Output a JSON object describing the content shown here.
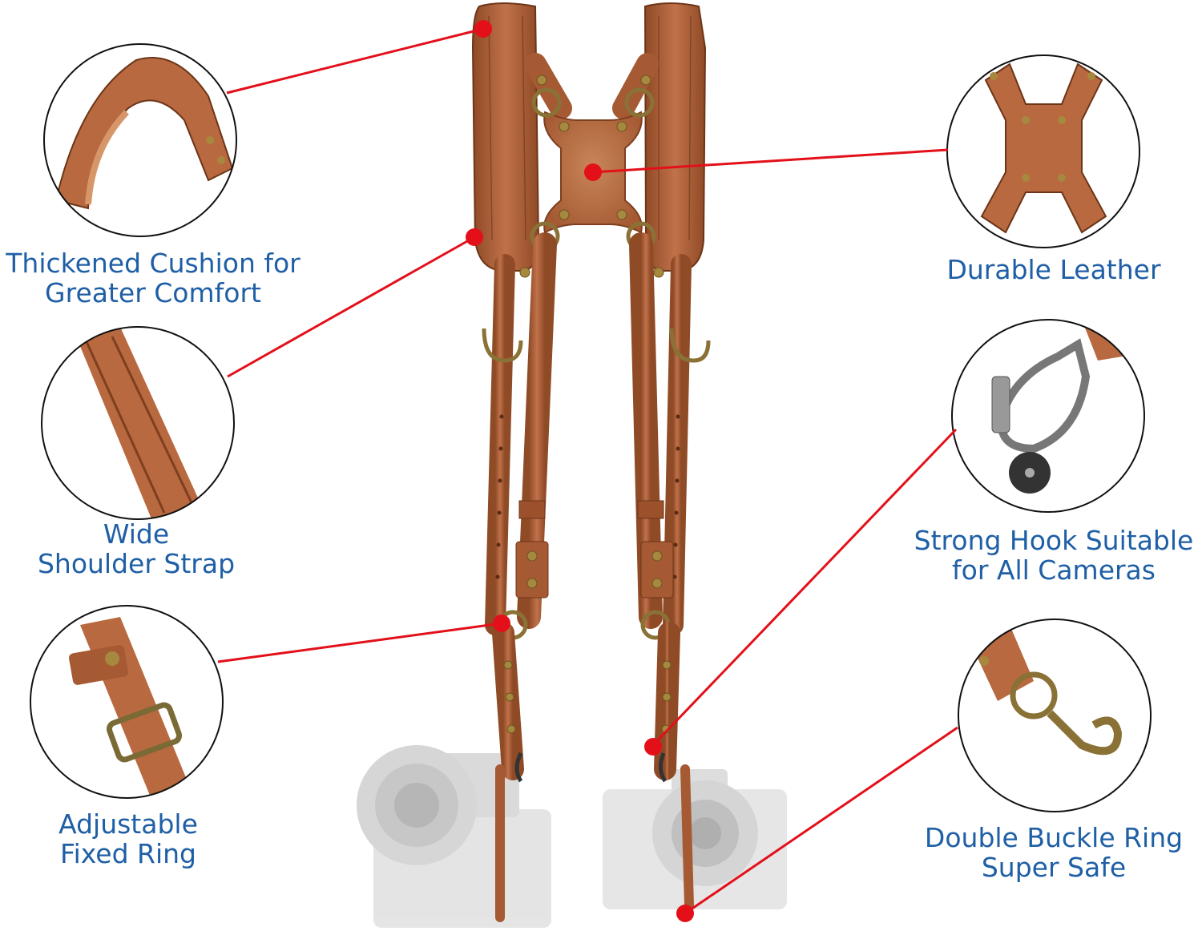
{
  "features": [
    {
      "id": "cushion",
      "lines": [
        "Thickened Cushion for",
        "Greater Comfort"
      ],
      "icon": "padded-strap-closeup-icon"
    },
    {
      "id": "wide-strap",
      "lines": [
        "Wide",
        "Shoulder Strap"
      ],
      "icon": "strap-edge-closeup-icon"
    },
    {
      "id": "ring",
      "lines": [
        "Adjustable",
        "Fixed Ring"
      ],
      "icon": "buckle-closeup-icon"
    },
    {
      "id": "leather",
      "lines": [
        "Durable Leather"
      ],
      "icon": "back-patch-closeup-icon"
    },
    {
      "id": "hook",
      "lines": [
        "Strong Hook Suitable",
        "for All Cameras"
      ],
      "icon": "camera-hook-closeup-icon"
    },
    {
      "id": "buckle",
      "lines": [
        "Double Buckle Ring",
        "Super Safe"
      ],
      "icon": "snap-hook-closeup-icon"
    }
  ],
  "colors": {
    "label_text": "#1f5fa6",
    "callout_line": "#e3101a",
    "leather": "#b0633a",
    "leather_dark": "#7e3f1f",
    "brass": "#a7883f",
    "camera_ghost": "#d8d8d8"
  }
}
